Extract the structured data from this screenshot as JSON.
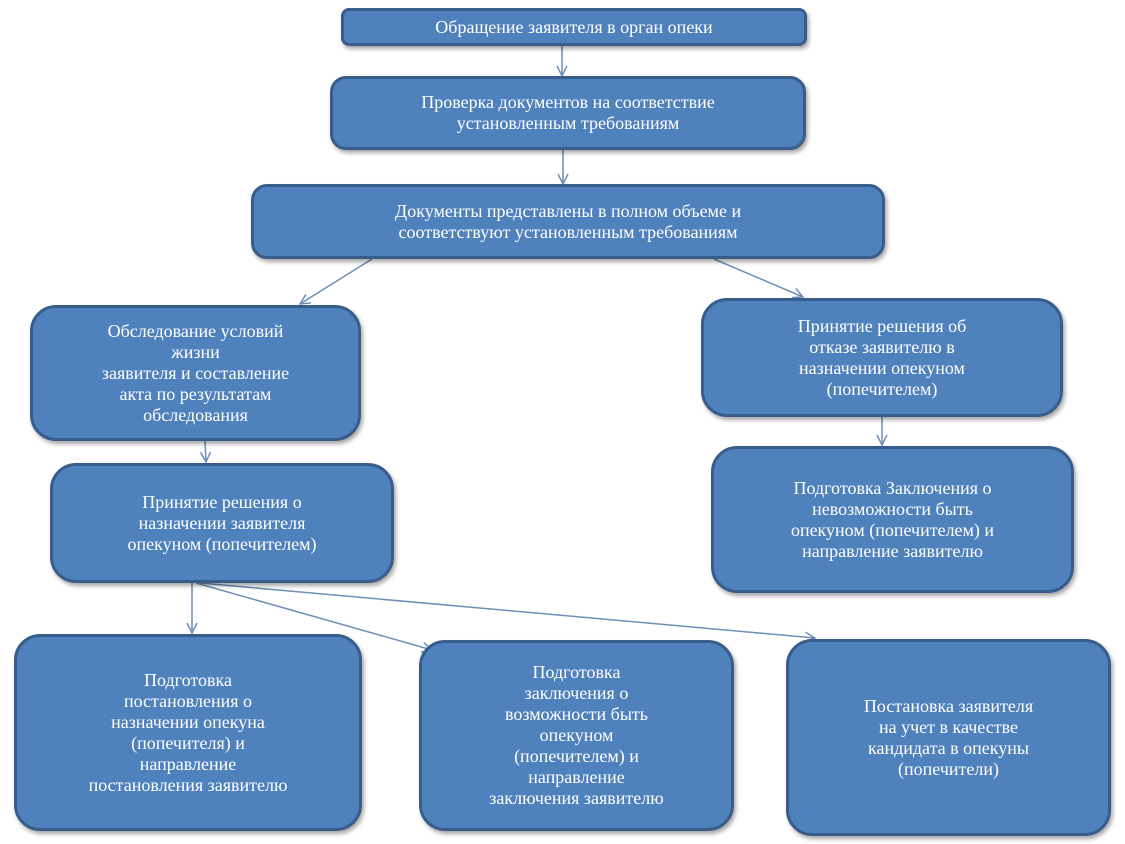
{
  "nodes": {
    "appeal": "Обращение заявителя в орган опеки",
    "check_docs": "Проверка документов на соответствие\nустановленным требованиям",
    "docs_complete": "Документы представлены в полном объеме и\nсоответствуют установленным требованиям",
    "survey": "Обследование условий\nжизни\nзаявителя и составление\nакта  по результатам\nобследования",
    "refusal": "Принятие решения  об\nотказе заявителю в\nназначении опекуном\n(попечителем)",
    "appoint": "Принятие решения о\nназначении заявителя\nопекуном (попечителем)",
    "impossibility": "Подготовка Заключения о\nневозможности быть\nопекуном (попечителем) и\nнаправление заявителю",
    "resolution": "Подготовка\nпостановления о\nназначении опекуна\n(попечителя) и\nнаправление\nпостановления заявителю",
    "possibility": "Подготовка\nзаключения о\nвозможности быть\nопекуном\n(попечителем) и\nнаправление\nзаключения заявителю",
    "registration": "Постановка заявителя\nна учет в качестве\nкандидата в опекуны\n(попечители)"
  },
  "colors": {
    "box_fill": "#4f81bd",
    "box_border": "#385d8a",
    "arrow": "#6d8fb8",
    "text": "#ffffff"
  }
}
